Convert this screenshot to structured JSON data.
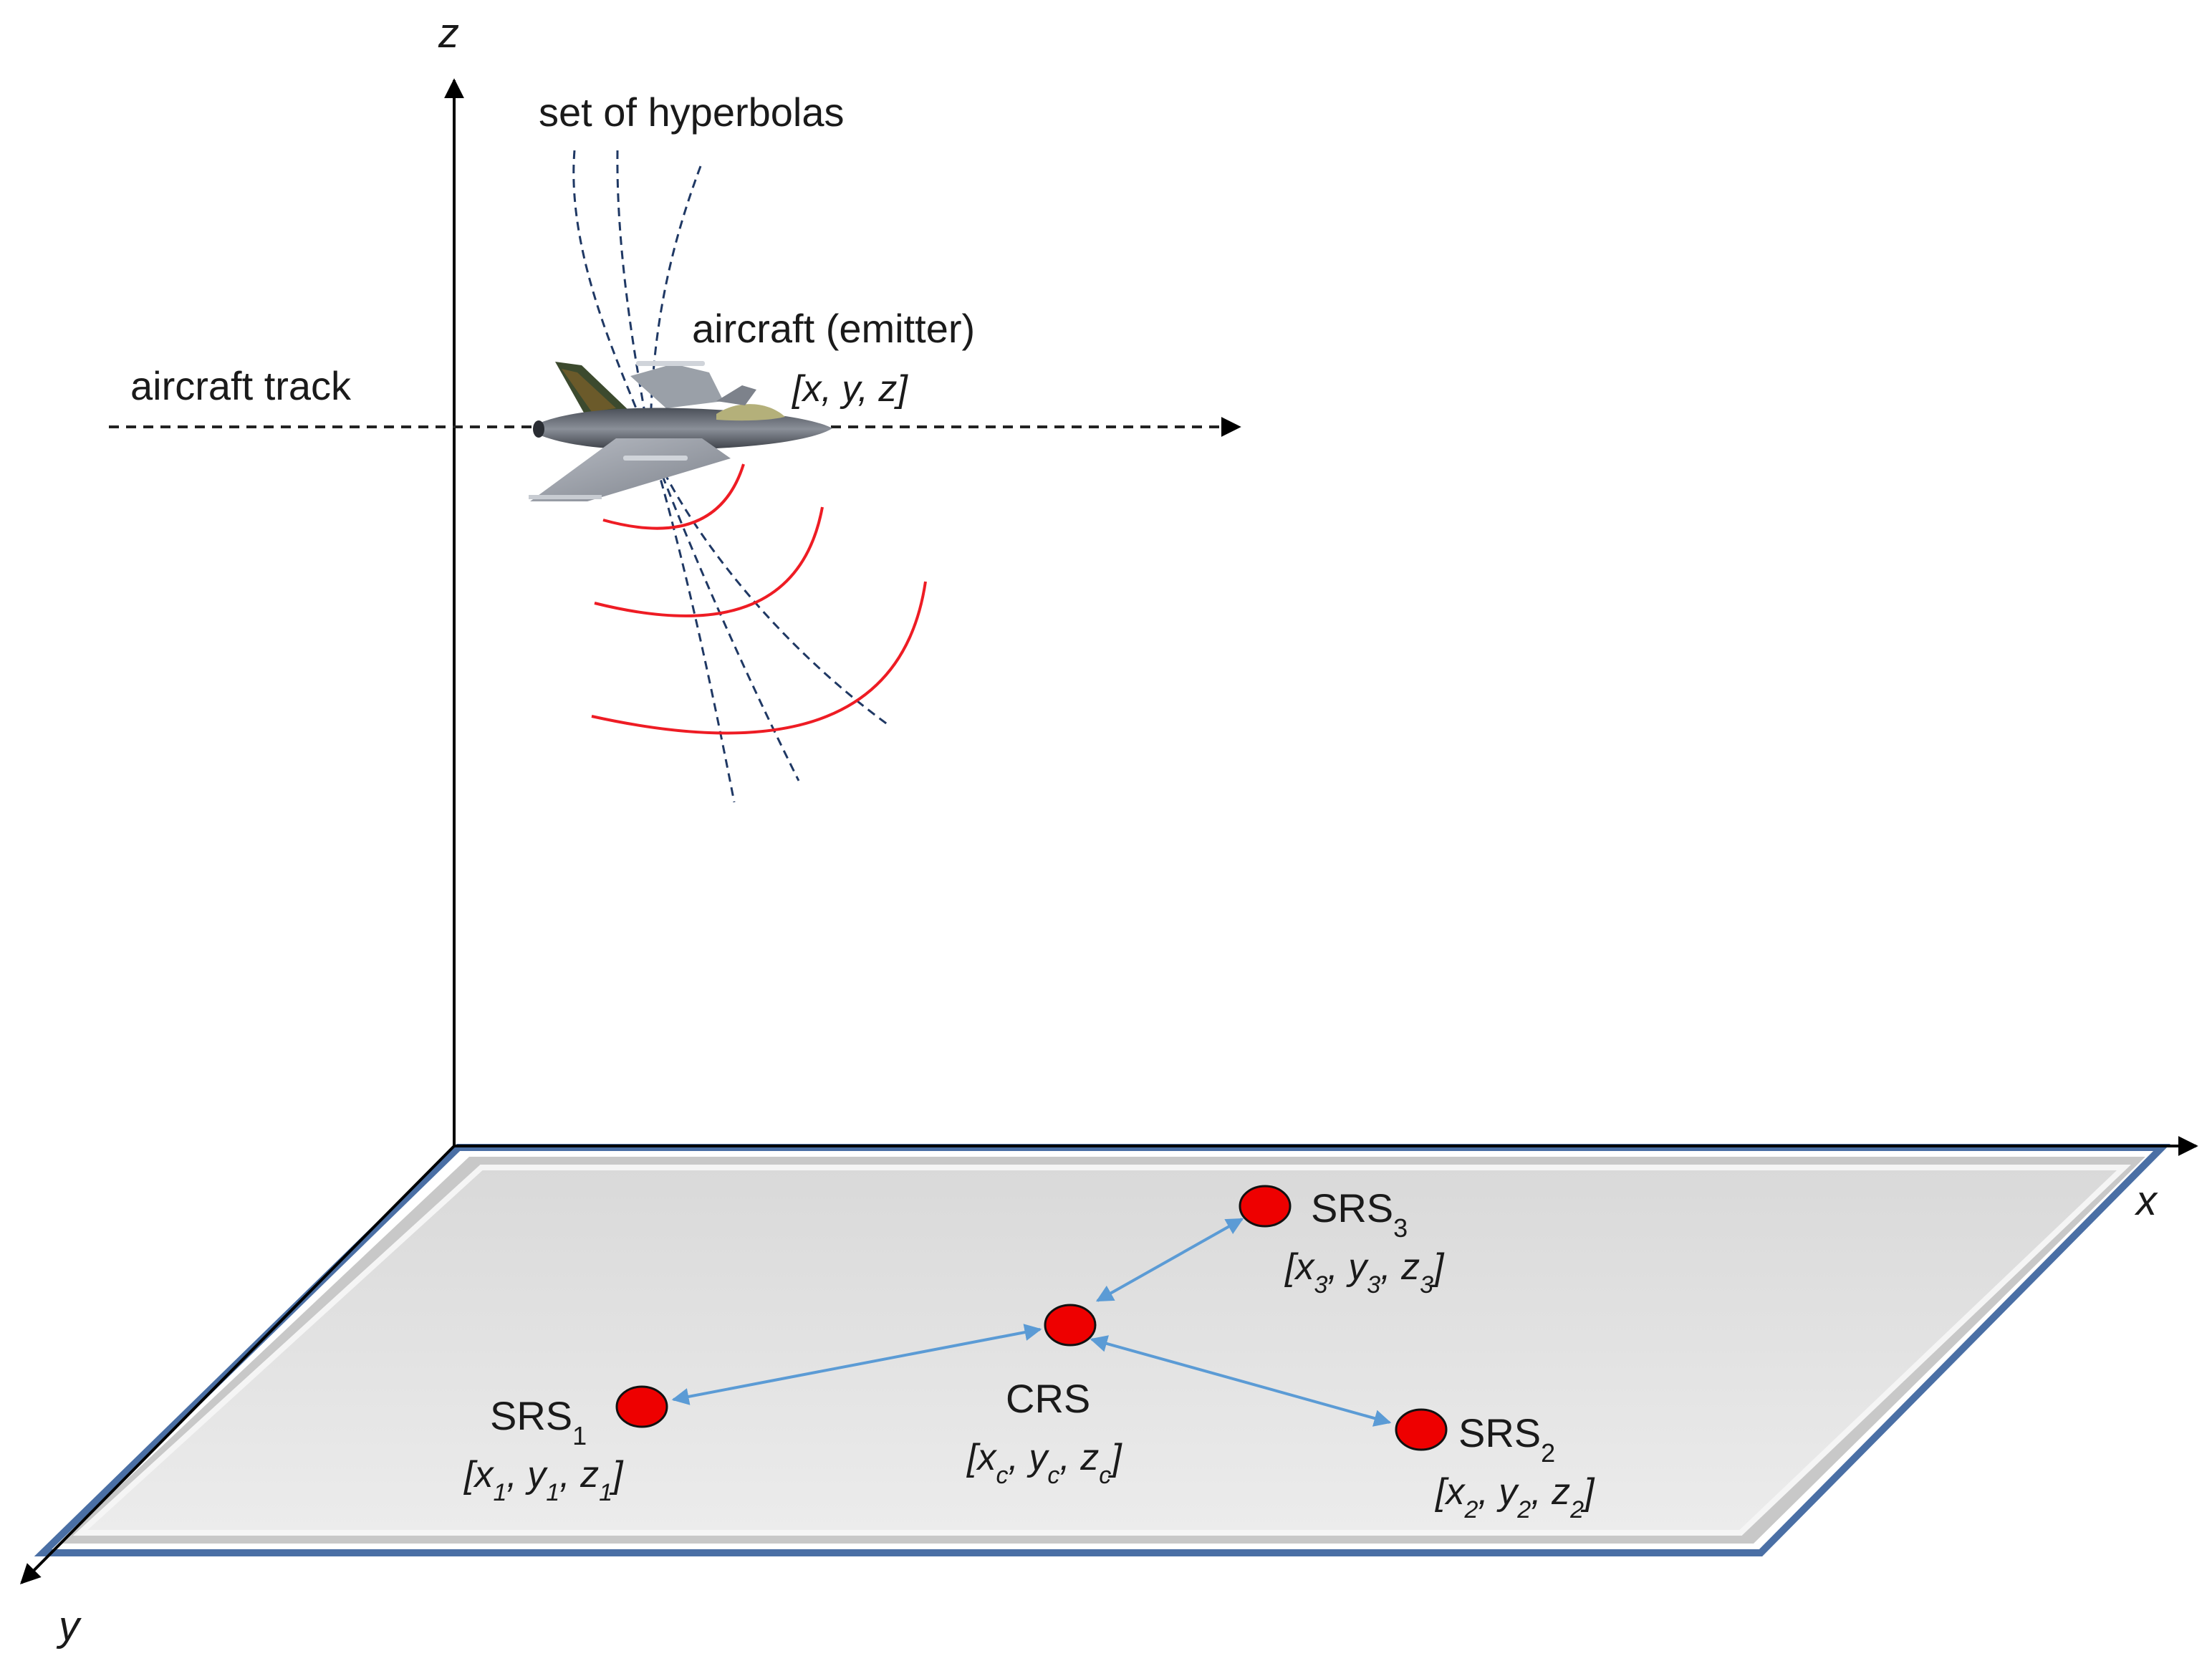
{
  "axes": {
    "x": "x",
    "y": "y",
    "z": "z"
  },
  "labels": {
    "hyperbolas": "set of hyperbolas",
    "aircraft_track": "aircraft track",
    "aircraft": "aircraft (emitter)",
    "aircraft_coords": "[x, y, z]"
  },
  "stations": {
    "crs": {
      "name": "CRS",
      "coords": {
        "open": "[",
        "v1": "x",
        "s1": "c",
        "v2": "y",
        "s2": "c",
        "v3": "z",
        "s3": "c",
        "close": "]"
      }
    },
    "srs1": {
      "name": "SRS",
      "sub": "1",
      "coords": {
        "open": "[",
        "v1": "x",
        "s1": "1",
        "v2": "y",
        "s2": "1",
        "v3": "z",
        "s3": "1",
        "close": "]"
      }
    },
    "srs2": {
      "name": "SRS",
      "sub": "2",
      "coords": {
        "open": "[",
        "v1": "x",
        "s1": "2",
        "v2": "y",
        "s2": "2",
        "v3": "z",
        "s3": "2",
        "close": "]"
      }
    },
    "srs3": {
      "name": "SRS",
      "sub": "3",
      "coords": {
        "open": "[",
        "v1": "x",
        "s1": "3",
        "v2": "y",
        "s2": "3",
        "v3": "z",
        "s3": "3",
        "close": "]"
      }
    }
  },
  "colors": {
    "station_fill": "#ee0000",
    "link_arrow": "#5b9bd5",
    "wavefront": "#ee1c24",
    "hyperbola": "#1f3864",
    "plane_fill": "#e6e6e6",
    "plane_border": "#4a6fa5"
  }
}
